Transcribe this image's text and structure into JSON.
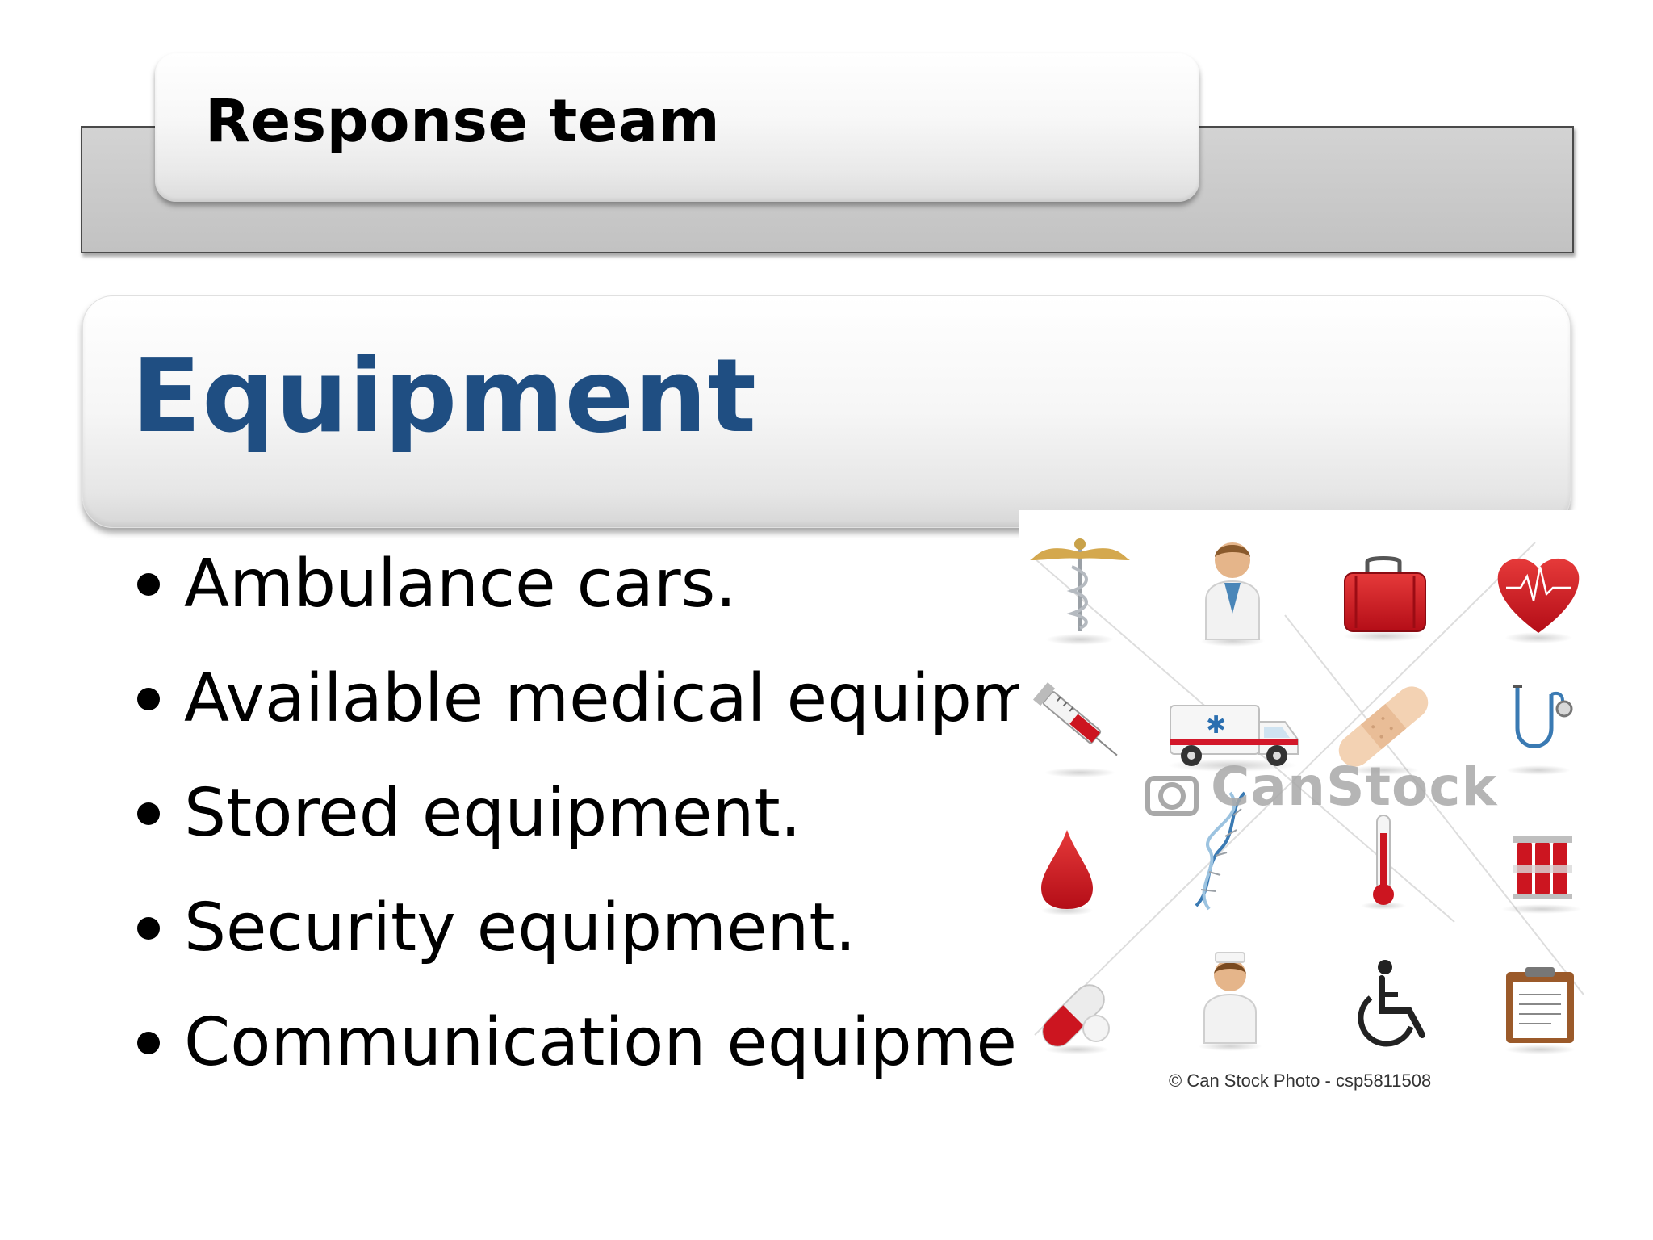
{
  "section": {
    "title": "Response team"
  },
  "slide": {
    "title": "Equipment"
  },
  "bullets": [
    {
      "text": "Ambulance cars."
    },
    {
      "text": "Available medical equipment."
    },
    {
      "text": "Stored equipment."
    },
    {
      "text": "Security equipment."
    },
    {
      "text": "Communication equipment."
    }
  ],
  "image": {
    "watermark": "CanStock",
    "credit": "© Can Stock Photo - csp5811508",
    "icons": [
      "caduceus-icon",
      "doctor-icon",
      "medical-bag-icon",
      "heart-icon",
      "syringe-icon",
      "ambulance-icon",
      "bandage-icon",
      "stethoscope-icon",
      "blood-drop-icon",
      "dna-icon",
      "thermometer-icon",
      "test-tubes-icon",
      "pill-icon",
      "nurse-icon",
      "wheelchair-icon",
      "clipboard-icon"
    ]
  },
  "colors": {
    "title": "#1f4e82",
    "band": "#c8c8c8",
    "icon_red": "#c8101e"
  }
}
